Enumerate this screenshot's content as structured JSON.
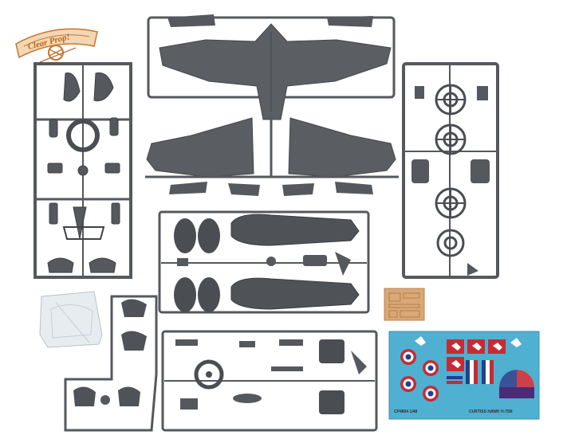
{
  "logo": {
    "brand_text": "Clear Prop!"
  },
  "decal_sheet": {
    "catalog_label": "CP4804 1/48",
    "title_label": "CURTISS HAWK H-75N"
  },
  "colors": {
    "plastic": "#55585c",
    "plastic_dark": "#3e4144",
    "plastic_light": "#6c7075",
    "clear": "#e6ecef",
    "photoetch": "#d9a877",
    "decal_blue": "#4fb0d2",
    "roundel_red": "#c62b33",
    "roundel_blue": "#233f8c",
    "logo_orange": "#c8742c"
  }
}
